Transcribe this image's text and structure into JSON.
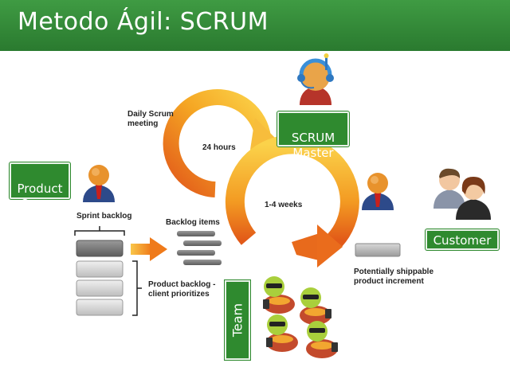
{
  "header": {
    "title": "Metodo Ágil: SCRUM"
  },
  "roles": {
    "product_owner": "Product\nOwner",
    "scrum_master": "SCRUM\nMaster",
    "customer": "Customer",
    "team": "Team"
  },
  "labels": {
    "daily_scrum": "Daily Scrum\nmeeting",
    "hours": "24 hours",
    "weeks": "1-4 weeks",
    "sprint_backlog": "Sprint backlog",
    "backlog_items": "Backlog items",
    "product_backlog": "Product backlog -\nclient prioritizes",
    "increment": "Potentially shippable\nproduct increment"
  },
  "colors": {
    "header_green": "#2a7a2f",
    "box_green": "#2f8a2f",
    "arrow_orange": "#f08a1a",
    "arrow_yellow": "#fbd24a"
  },
  "icons": [
    "person-icon",
    "headset-person-icon",
    "team-member-icon",
    "customer-group-icon"
  ]
}
